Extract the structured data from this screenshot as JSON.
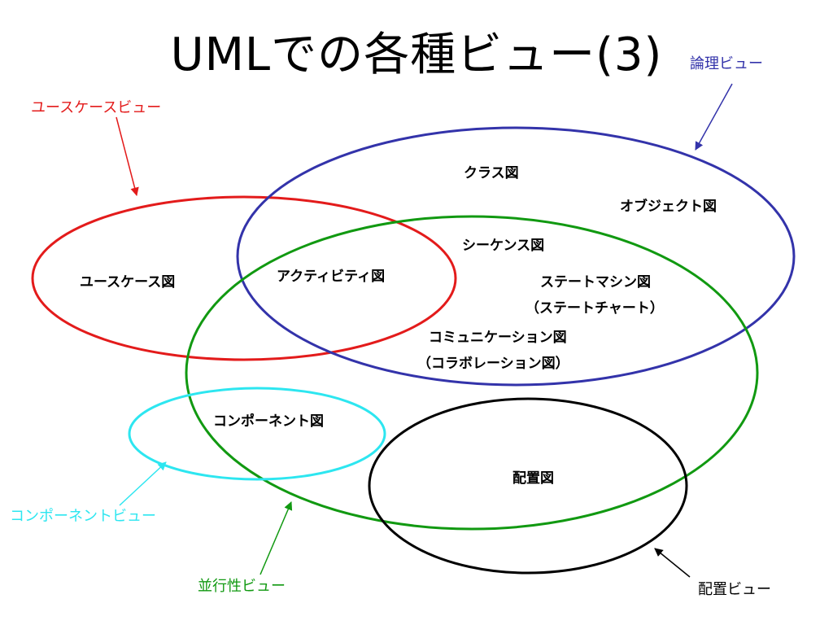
{
  "title": "UMLでの各種ビュー(3)",
  "colors": {
    "use_case": "#e31b1b",
    "logical": "#3333aa",
    "concurrency": "#119911",
    "component": "#2de6f0",
    "deployment": "#000000"
  },
  "views": {
    "use_case": "ユースケースビュー",
    "logical": "論理ビュー",
    "concurrency": "並行性ビュー",
    "component": "コンポーネントビュー",
    "deployment": "配置ビュー"
  },
  "diagrams": {
    "class": "クラス図",
    "object": "オブジェクト図",
    "sequence": "シーケンス図",
    "use_case": "ユースケース図",
    "activity": "アクティビティ図",
    "state_machine": "ステートマシン図",
    "state_chart": "（ステートチャート）",
    "communication": "コミュニケーション図",
    "collaboration": "（コラボレーション図）",
    "component": "コンポーネント図",
    "deployment": "配置図"
  }
}
